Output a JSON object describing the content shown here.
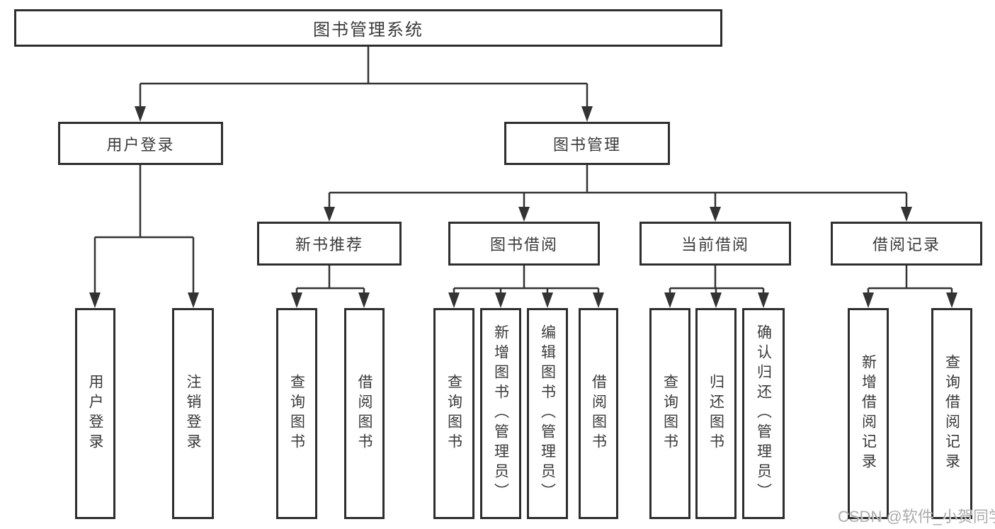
{
  "tree": {
    "root": {
      "label": "图书管理系统"
    },
    "level2": [
      {
        "label": "用户登录",
        "children": [
          {
            "label": "用户登录"
          },
          {
            "label": "注销登录"
          }
        ]
      },
      {
        "label": "图书管理"
      }
    ],
    "level3": [
      {
        "label": "新书推荐",
        "children": [
          {
            "label": "查询图书"
          },
          {
            "label": "借阅图书"
          }
        ]
      },
      {
        "label": "图书借阅",
        "children": [
          {
            "label": "查询图书"
          },
          {
            "label": "新增图书（管理员）"
          },
          {
            "label": "编辑图书（管理员）"
          },
          {
            "label": "借阅图书"
          }
        ]
      },
      {
        "label": "当前借阅",
        "children": [
          {
            "label": "查询图书"
          },
          {
            "label": "归还图书"
          },
          {
            "label": "确认归还（管理员）"
          }
        ]
      },
      {
        "label": "借阅记录",
        "children": [
          {
            "label": "新增借阅记录"
          },
          {
            "label": "查询借阅记录"
          }
        ]
      }
    ]
  },
  "watermark": {
    "text": "CSDN @软件_小贺同学"
  },
  "colors": {
    "line": "#333333",
    "box_border": "#2e2e2e",
    "text": "#3a3a3a",
    "watermark": "#a8a8a8",
    "background": "#ffffff"
  }
}
